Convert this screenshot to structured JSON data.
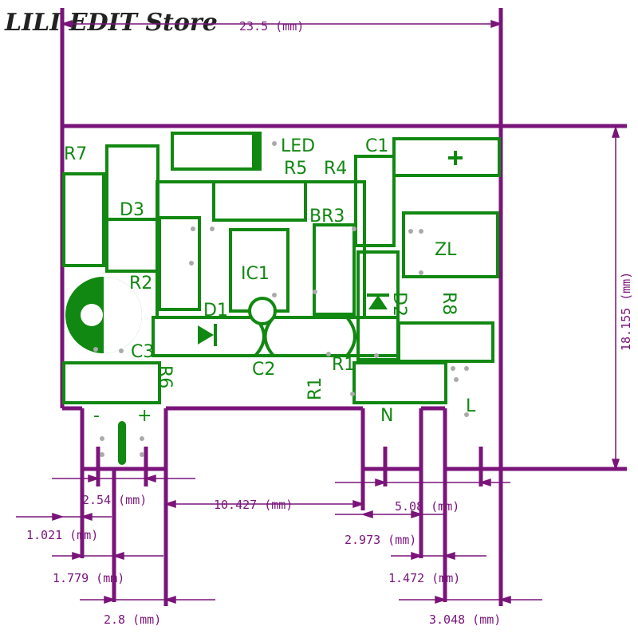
{
  "watermark": "LILI EDIT Store",
  "colors": {
    "outline": "#7a147a",
    "silkscreen": "#118811",
    "pad": "#aaaaaa",
    "background": "#ffffff"
  },
  "component_labels": {
    "led": "LED",
    "c1": "C1",
    "r5": "R5",
    "r4": "R4",
    "r7": "R7",
    "d3": "D3",
    "br3": "BR3",
    "zl": "ZL",
    "ic1": "IC1",
    "r2": "R2",
    "d1": "D1",
    "d2": "D2",
    "r8": "R8",
    "c3": "C3",
    "c2": "C2",
    "r1a": "R1",
    "r1b": "R1",
    "r6": "R6",
    "n": "N",
    "l": "L",
    "minus": "-",
    "plus": "+",
    "c1_plus": "+"
  },
  "dimensions": {
    "width_total": "23.5 (mm)",
    "height_total": "18.155 (mm)",
    "d_2_54": "2.54 (mm)",
    "d_10_427": "10.427 (mm)",
    "d_5_08": "5.08 (mm)",
    "d_1_021": "1.021 (mm)",
    "d_2_973": "2.973 (mm)",
    "d_1_779": "1.779 (mm)",
    "d_1_472": "1.472 (mm)",
    "d_2_8": "2.8 (mm)",
    "d_3_048": "3.048 (mm)"
  }
}
